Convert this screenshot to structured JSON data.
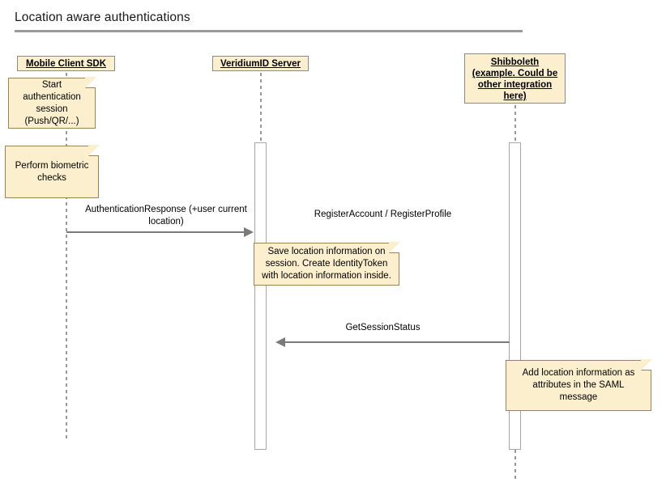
{
  "diagram": {
    "title": "Location aware authentications",
    "type": "uml-sequence-diagram",
    "colors": {
      "participant_fill": "#FBEFCE",
      "participant_border": "#8a8a8a",
      "note_fill": "#FBEFCE",
      "note_border": "#9c8355",
      "line": "#7a7a7a",
      "activation_fill": "#ffffff",
      "activation_border": "#a6a6a6",
      "rule": "#9a9a9a",
      "background": "#ffffff"
    }
  },
  "participants": [
    {
      "id": "mobile",
      "label": "Mobile Client SDK"
    },
    {
      "id": "veridium",
      "label": "VeridiumID Server"
    },
    {
      "id": "shibboleth",
      "label": "Shibboleth\n(example. Could be other integration here)",
      "lines": [
        "Shibboleth",
        "(example. Could be",
        "other integration",
        "here)"
      ]
    }
  ],
  "notes": [
    {
      "id": "note-start-auth",
      "attached_to": "mobile",
      "text": "Start authentication session (Push/QR/...)",
      "lines": [
        "Start",
        "authentication",
        "session",
        "(Push/QR/...)"
      ]
    },
    {
      "id": "note-biometric",
      "attached_to": "mobile",
      "text": "Perform biometric checks",
      "lines": [
        "Perform biometric",
        "checks"
      ]
    },
    {
      "id": "note-save-location",
      "attached_to": "veridium",
      "text": "Save location information on session. Create IdentityToken with location information inside.",
      "lines": [
        "Save location information on",
        "session. Create IdentityToken",
        "with location information inside."
      ]
    },
    {
      "id": "note-saml-attributes",
      "attached_to": "shibboleth",
      "text": "Add location information as attributes in the SAML message",
      "lines": [
        "Add location information as",
        "attributes in the SAML",
        "message"
      ]
    }
  ],
  "messages": [
    {
      "id": "msg-auth-response",
      "label": "AuthenticationResponse (+user current location)",
      "lines": [
        "AuthenticationResponse (+user current",
        "location)"
      ],
      "from": "mobile",
      "to": "veridium",
      "direction": "right",
      "has_arrow": true
    },
    {
      "id": "msg-register",
      "label": "RegisterAccount / RegisterProfile",
      "lines": [
        "RegisterAccount / RegisterProfile"
      ],
      "from": "shibboleth",
      "to": "veridium",
      "direction": "none",
      "has_arrow": false
    },
    {
      "id": "msg-get-session-status",
      "label": "GetSessionStatus",
      "lines": [
        "GetSessionStatus"
      ],
      "from": "shibboleth",
      "to": "veridium",
      "direction": "left",
      "has_arrow": true
    }
  ]
}
